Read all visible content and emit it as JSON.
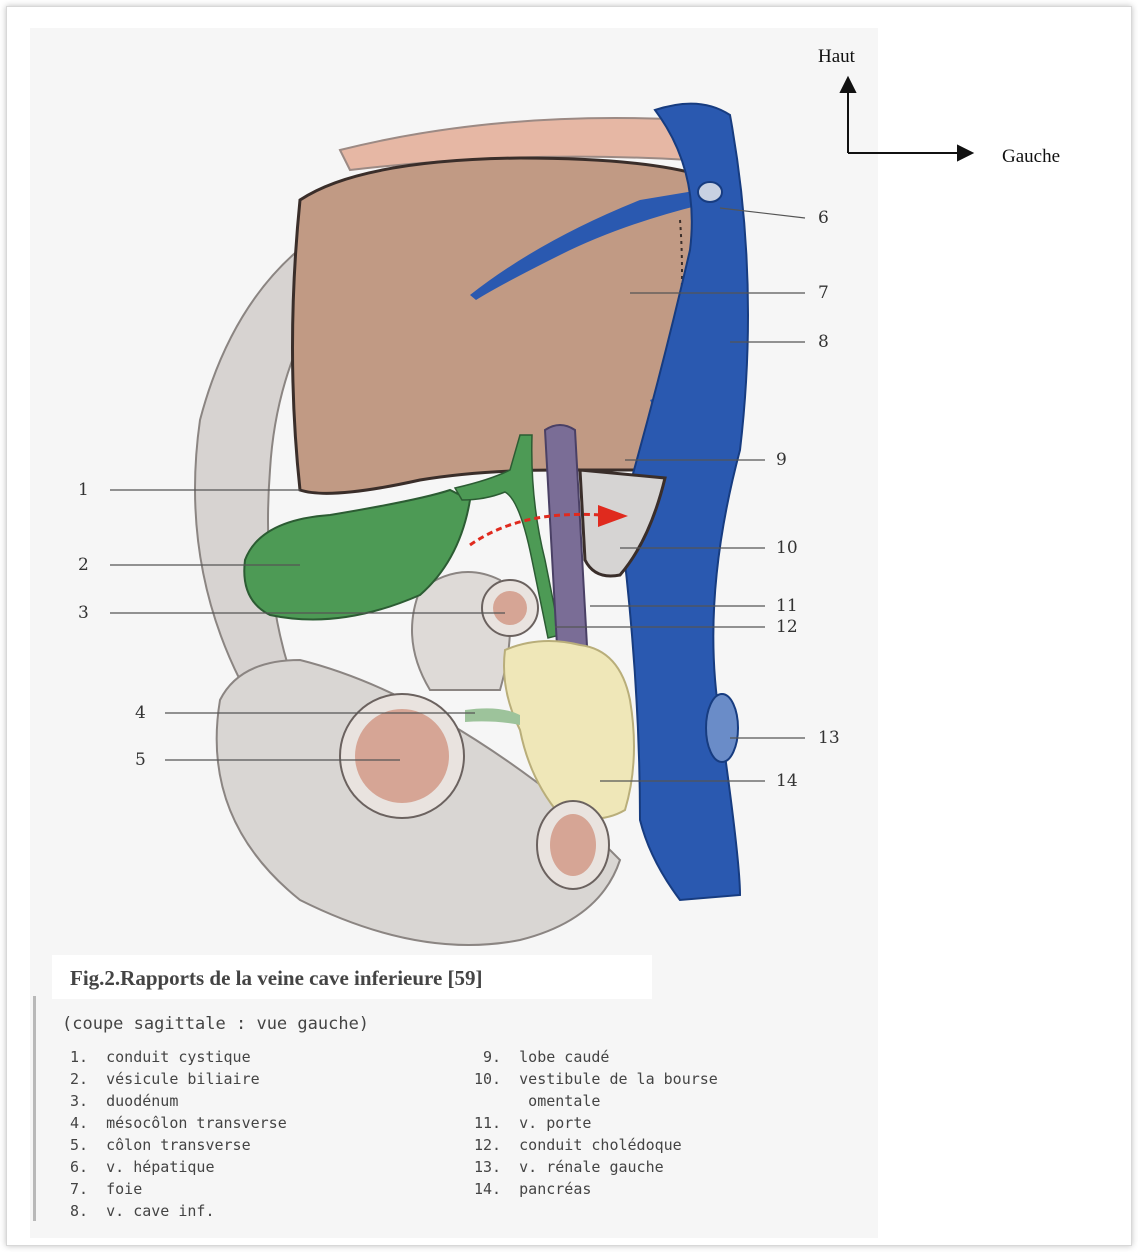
{
  "orientation": {
    "up": "Haut",
    "left": "Gauche"
  },
  "callouts": [
    "1",
    "2",
    "3",
    "4",
    "5",
    "6",
    "7",
    "8",
    "9",
    "10",
    "11",
    "12",
    "13",
    "14"
  ],
  "caption": {
    "title": "Fig.2.Rapports de la veine cave inferieure  [59]",
    "subtitle": "(coupe sagittale : vue gauche)"
  },
  "legend_left": [
    "1.  conduit cystique",
    "2.  vésicule biliaire",
    "3.  duodénum",
    "4.  mésocôlon transverse",
    "5.  côlon transverse",
    "6.  v. hépatique",
    "7.  foie",
    "8.  v. cave inf."
  ],
  "legend_right": [
    " 9.  lobe caudé",
    "10.  vestibule de la bourse",
    "      omentale",
    "11.  v. porte",
    "12.  conduit cholédoque",
    "13.  v. rénale gauche",
    "14.  pancréas"
  ],
  "colors": {
    "liver": "#c19a84",
    "ivc": "#2a59b0",
    "gallbladder": "#4d9a55",
    "portal_vein": "#7a6d96",
    "pancreas": "#efe7b8",
    "arrow": "#e02a1e"
  }
}
